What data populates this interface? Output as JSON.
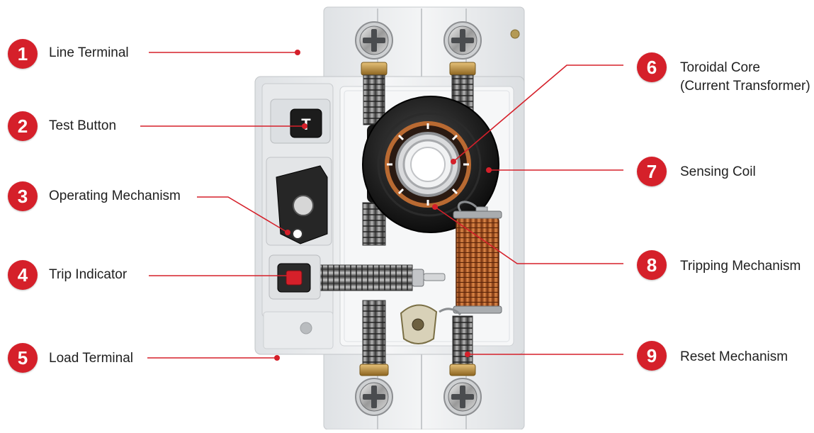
{
  "callouts": [
    {
      "num": "1",
      "label": "Line Terminal"
    },
    {
      "num": "2",
      "label": "Test Button"
    },
    {
      "num": "3",
      "label": "Operating Mechanism"
    },
    {
      "num": "4",
      "label": "Trip Indicator"
    },
    {
      "num": "5",
      "label": "Load Terminal"
    },
    {
      "num": "6",
      "label": "Toroidal Core",
      "label2": "(Current Transformer)"
    },
    {
      "num": "7",
      "label": "Sensing Coil"
    },
    {
      "num": "8",
      "label": "Tripping Mechanism"
    },
    {
      "num": "9",
      "label": "Reset Mechanism"
    }
  ],
  "device": {
    "test_button_glyph": "T"
  },
  "colors": {
    "accent": "#d5202a",
    "housing": "#eceef0",
    "core": "#1b1b1b",
    "copper": "#c2632a",
    "brass": "#c99a45"
  }
}
